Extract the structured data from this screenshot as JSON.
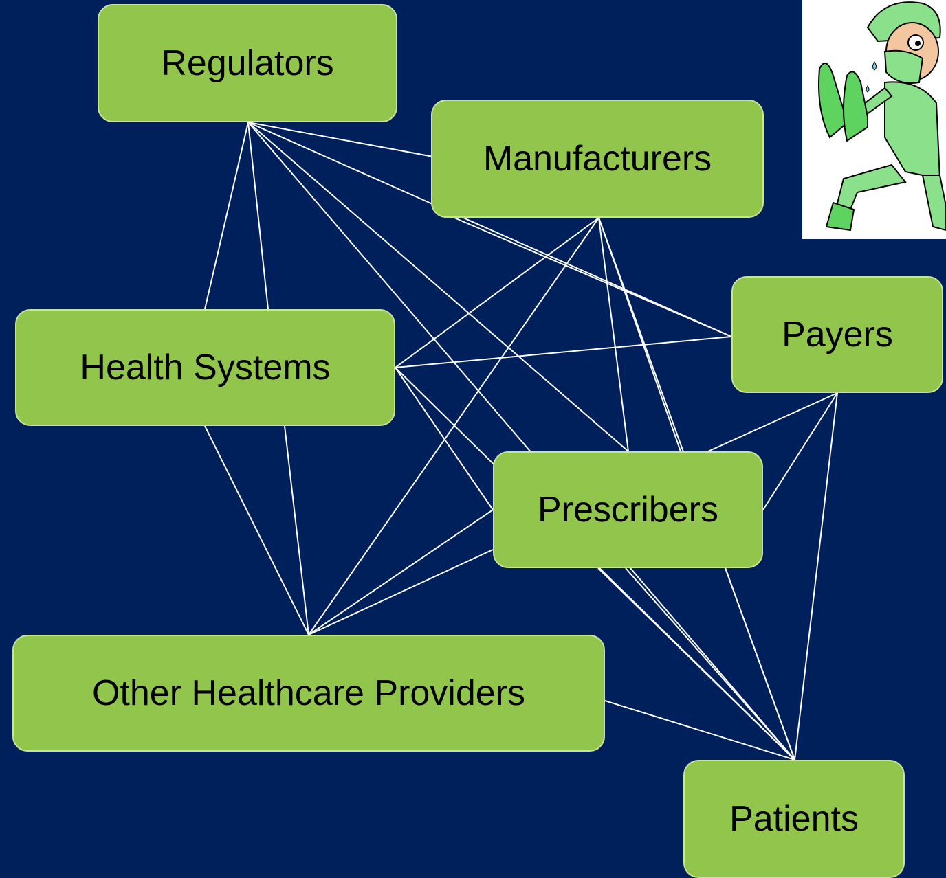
{
  "nodes": {
    "regulators": "Regulators",
    "manufacturers": "Manufacturers",
    "payers": "Payers",
    "health_systems": "Health Systems",
    "prescribers": "Prescribers",
    "other_providers": "Other Healthcare Providers",
    "patients": "Patients"
  },
  "connections": [
    [
      "regulators",
      "manufacturers"
    ],
    [
      "regulators",
      "payers"
    ],
    [
      "regulators",
      "health_systems"
    ],
    [
      "regulators",
      "prescribers"
    ],
    [
      "regulators",
      "other_providers"
    ],
    [
      "regulators",
      "patients"
    ],
    [
      "manufacturers",
      "payers"
    ],
    [
      "manufacturers",
      "health_systems"
    ],
    [
      "manufacturers",
      "prescribers"
    ],
    [
      "manufacturers",
      "other_providers"
    ],
    [
      "manufacturers",
      "patients"
    ],
    [
      "payers",
      "health_systems"
    ],
    [
      "payers",
      "prescribers"
    ],
    [
      "payers",
      "patients"
    ],
    [
      "health_systems",
      "prescribers"
    ],
    [
      "health_systems",
      "other_providers"
    ],
    [
      "health_systems",
      "patients"
    ],
    [
      "prescribers",
      "other_providers"
    ],
    [
      "prescribers",
      "patients"
    ],
    [
      "other_providers",
      "patients"
    ]
  ],
  "colors": {
    "background": "#00205b",
    "node_fill": "#92c54b",
    "line": "#ffffff"
  },
  "illustration": "running-surgeon-cartoon"
}
